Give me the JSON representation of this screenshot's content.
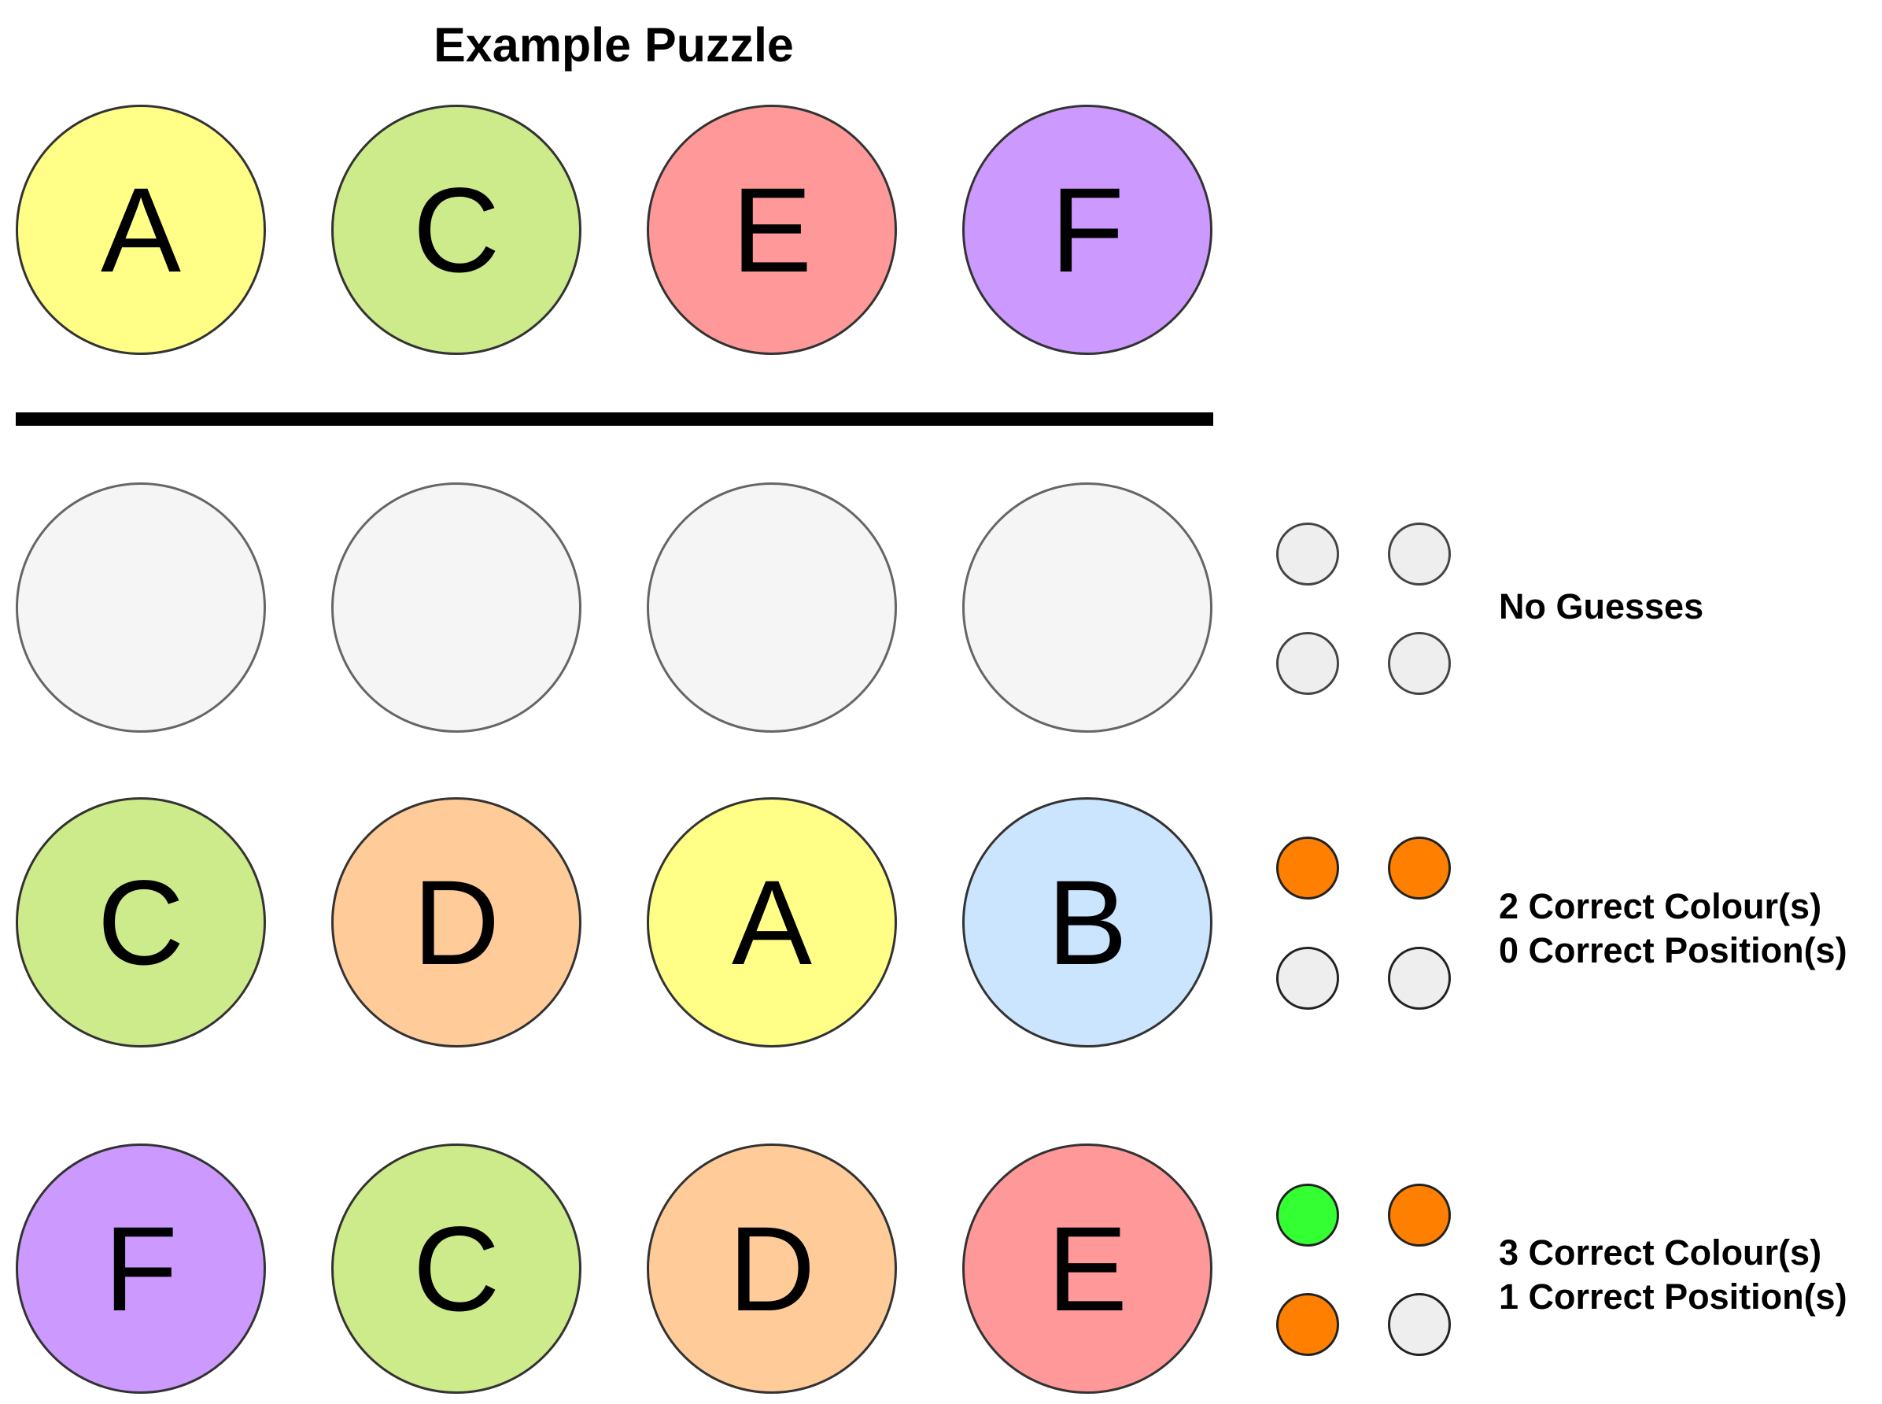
{
  "title": "Example Puzzle",
  "colors": {
    "A": "#ffff88",
    "B": "#cce5ff",
    "C": "#cdeb8b",
    "D": "#ffcc99",
    "E": "#ff9999",
    "F": "#cc99ff",
    "empty": "#f5f5f5",
    "key_white": "#eeeeee",
    "key_orange": "#ff8000",
    "key_green": "#33ff33"
  },
  "secret": [
    "A",
    "C",
    "E",
    "F"
  ],
  "guesses": [
    {
      "pegs": [
        "",
        "",
        "",
        ""
      ],
      "key_pegs": [
        "white",
        "white",
        "white",
        "white"
      ],
      "feedback": [
        "No Guesses"
      ]
    },
    {
      "pegs": [
        "C",
        "D",
        "A",
        "B"
      ],
      "key_pegs": [
        "orange",
        "orange",
        "white",
        "white"
      ],
      "feedback": [
        "2 Correct Colour(s)",
        "0 Correct Position(s)"
      ]
    },
    {
      "pegs": [
        "F",
        "C",
        "D",
        "E"
      ],
      "key_pegs": [
        "green",
        "orange",
        "orange",
        "white"
      ],
      "feedback": [
        "3 Correct Colour(s)",
        "1 Correct Position(s)"
      ]
    }
  ]
}
